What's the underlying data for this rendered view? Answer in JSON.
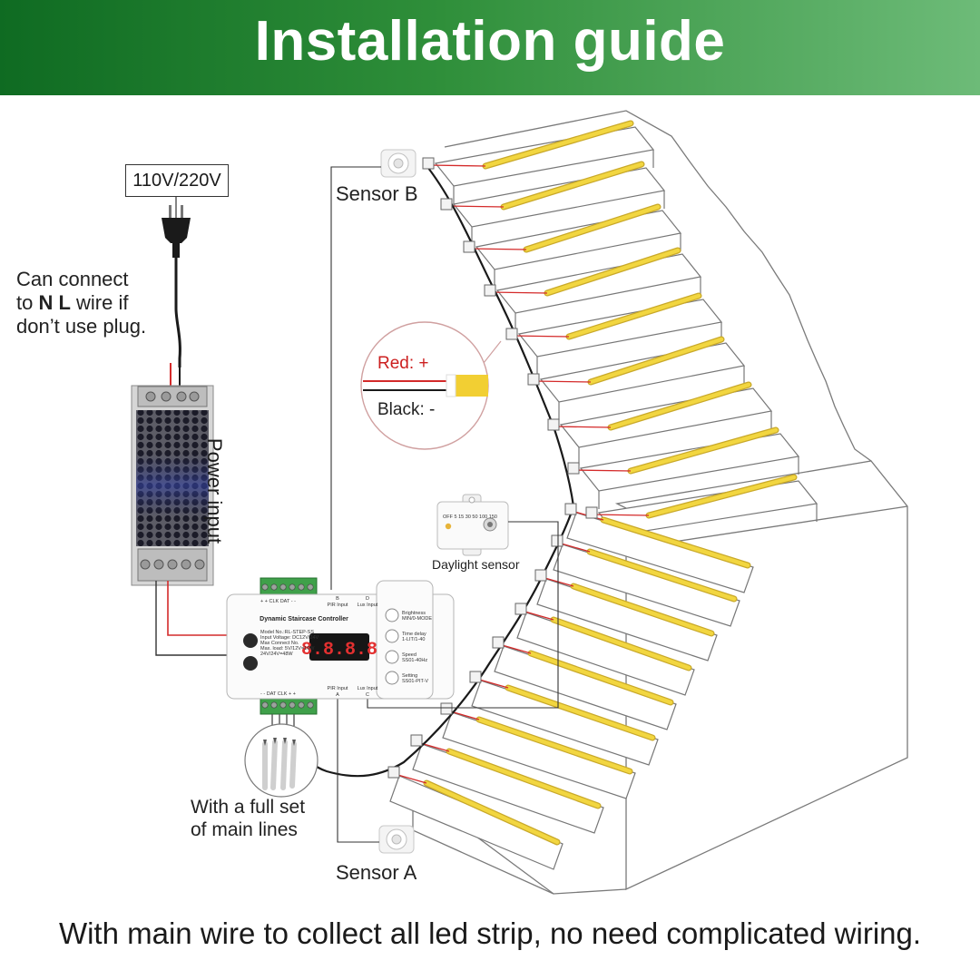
{
  "banner": {
    "title": "Installation guide",
    "color_start": "#0f6b22",
    "color_end": "#6dbb78"
  },
  "voltage_label": "110V/220V",
  "plug_note": {
    "line1": "Can connect",
    "line2_pre": "to ",
    "line2_bold": "N L",
    "line2_post": " wire if",
    "line3": "don’t use plug."
  },
  "power_input_label": "Power input",
  "sensor_b_label": "Sensor B",
  "sensor_a_label": "Sensor A",
  "wire_detail": {
    "red_label": "Red: +",
    "black_label": "Black: -"
  },
  "daylight_sensor": {
    "label": "Daylight sensor",
    "scale": [
      "OFF",
      "5",
      "15",
      "30",
      "50",
      "100",
      "150"
    ]
  },
  "controller": {
    "title": "Dynamic Staircase Controller",
    "top_terminals": "+ + CLK DAT - -",
    "top_b_label": "B",
    "top_b_sub": "PIR Input",
    "top_d_label": "D",
    "top_d_sub": "Lux Input",
    "bottom_terminals": "- - DAT CLK + +",
    "bottom_a_label": "PIR Input",
    "bottom_a_sub": "A",
    "bottom_c_label": "Lux Input",
    "bottom_c_sub": "C",
    "display": "8.8.8.8",
    "buttons": [
      "Brightness",
      "Time delay",
      "Speed",
      "Setting"
    ],
    "button_subs": [
      "MIN/0-MODE",
      "1-LIT/1-40",
      "SS01-40Hz",
      "SS01-PIT-V"
    ],
    "spec_lines": [
      "Model No.:RL-STEP-SS",
      "Input Voltage: DC12V/24V",
      "Max Connect No.",
      "Max. load: 5V/12V=16W",
      "24V/24V=48W"
    ]
  },
  "main_lines_note": {
    "line1": "With a full set",
    "line2": "of main lines"
  },
  "footer": "With main wire to collect all led strip, no need complicated wiring.",
  "colors": {
    "wire_red": "#d42a2a",
    "wire_black": "#1a1a1a",
    "led": "#f2d640",
    "stair_line": "#777777"
  }
}
